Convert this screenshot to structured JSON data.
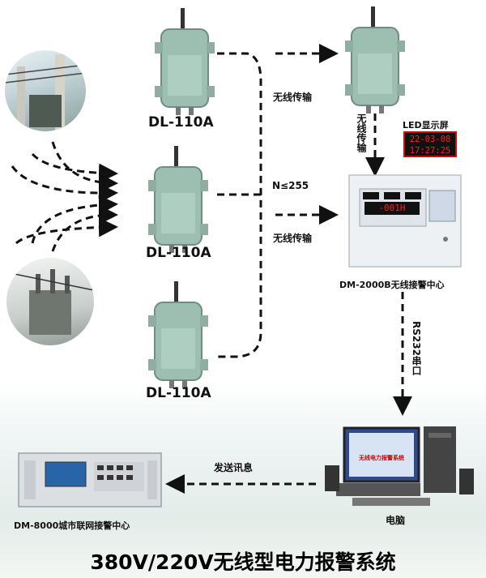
{
  "devices": {
    "transmitter_label": "DL-110A"
  },
  "flow_labels": {
    "wireless_top": "无线传输",
    "wireless_vertical": "无线传输",
    "count_limit": "N≤255",
    "wireless_middle": "无线传输",
    "rs232": "RS232串口",
    "send_message": "发送讯息"
  },
  "led": {
    "caption": "LED显示屏",
    "line1": "22-03-08",
    "line2": "17:27:25"
  },
  "alarm_center": {
    "caption": "DM-2000B无线接警中心",
    "display_readout": "-001H"
  },
  "computer": {
    "caption": "电脑",
    "screen_text": "无线电力报警系统"
  },
  "city_center": {
    "caption": "DM-8000城市联网接警中心"
  },
  "title": "380V/220V无线型电力报警系统",
  "colors": {
    "enclosure": "#9cbfb2",
    "arrow": "#111111",
    "led_text": "#ff2020"
  }
}
